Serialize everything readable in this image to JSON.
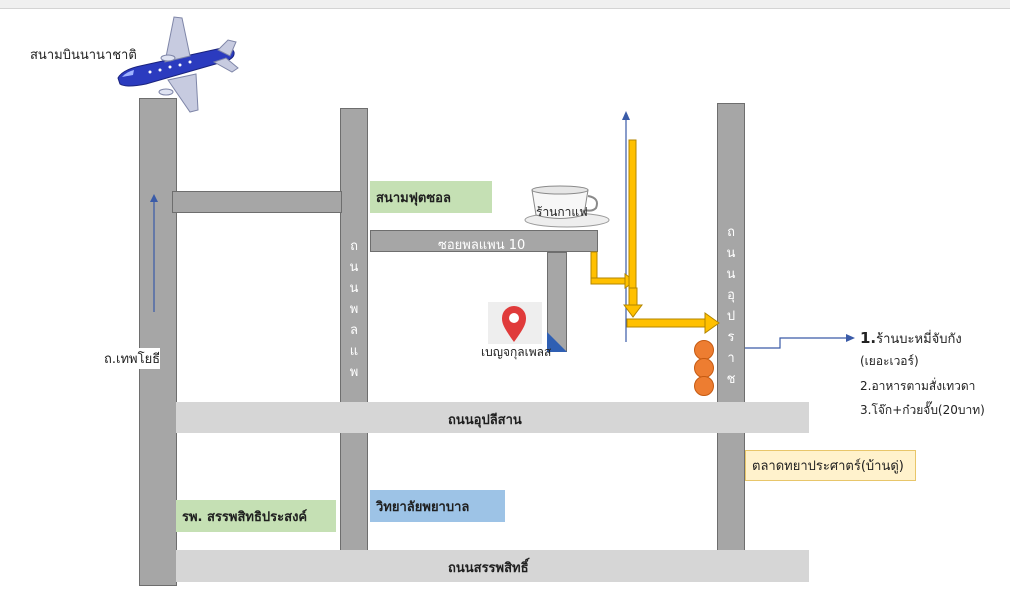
{
  "landmarks": {
    "airport": "สนามบินนานาชาติ",
    "football_field": "สนามฟุตซอล",
    "coffee_shop": "ร้านกาแฟ",
    "benchakul_place": "เบญจกุลเพลส",
    "hospital": "รพ. สรรพสิทธิประสงค์",
    "nursing_college": "วิทยาลัยพยาบาล",
    "market": "ตลาดทยาประศาตร์(บ้านดู่)"
  },
  "roads": {
    "thepyothi": "ถ.เทพโยธี",
    "phonphaen_vertical": [
      "ถ",
      "น",
      "น",
      "พ",
      "ล",
      "แ",
      "พ"
    ],
    "soi_phonphaen_10": "ซอยพลแพน 10",
    "uparat_vertical": [
      "ถ",
      "น",
      "น",
      "อุ",
      "ป",
      "ร",
      "า",
      "ช"
    ],
    "uppalisan": "ถนนอุปลีสาน",
    "sanphasit": "ถนนสรรพสิทธิ์"
  },
  "food_list": {
    "item1_num": "1.",
    "item1_text": "ร้านบะหมี่จับกัง",
    "item1_sub": "(เยอะเวอร์)",
    "item2": "2.อาหารตามสั่งเทวดา",
    "item3": "3.โจ๊ก+ก๋วยจั๊บ(20บาท)"
  },
  "colors": {
    "road_dark": "#a6a6a6",
    "road_light": "#d6d6d6",
    "route_arrow": "#ffc000",
    "marker": "#e03b3b",
    "dots": "#ed7d31"
  }
}
